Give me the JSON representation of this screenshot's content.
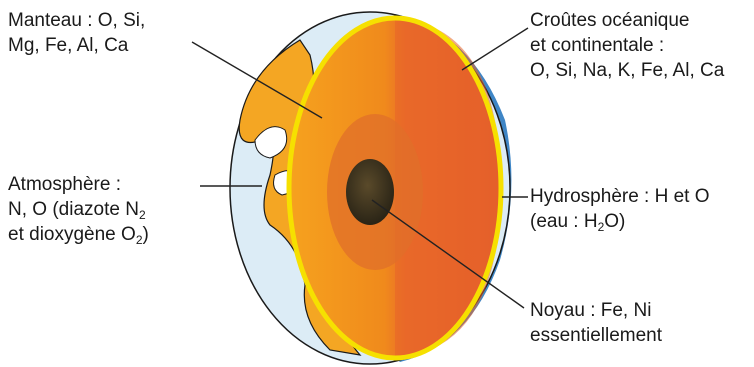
{
  "labels": {
    "manteau": {
      "line1": "Manteau : O, Si,",
      "line2": "Mg, Fe, Al, Ca"
    },
    "croutes": {
      "line1": "Croûtes océanique",
      "line2": "et continentale :",
      "line3": "O, Si, Na, K, Fe, Al, Ca"
    },
    "atmosphere": {
      "line1": "Atmosphère :",
      "line2_pre": "N, O (diazote N",
      "line2_sub": "2",
      "line3_pre": "et dioxygène O",
      "line3_sub": "2",
      "line3_post": ")"
    },
    "hydrosphere": {
      "line1": "Hydrosphère : H et O",
      "line2_pre": "(eau : H",
      "line2_sub": "2",
      "line2_post": "O)"
    },
    "noyau": {
      "line1": "Noyau : Fe, Ni",
      "line2": "essentiellement"
    }
  },
  "colors": {
    "atmosphere": "#dcecf6",
    "continent": "#f4a623",
    "ocean": "#3f86c6",
    "crust_outline": "#f6e000",
    "mantle_left": "#f08a1c",
    "mantle_right": "#e8642a",
    "outer_core": "#e06f2a",
    "inner_core": "#3b3320",
    "leader_line": "#222222"
  },
  "icons": [
    "earth-cross-section-icon"
  ]
}
